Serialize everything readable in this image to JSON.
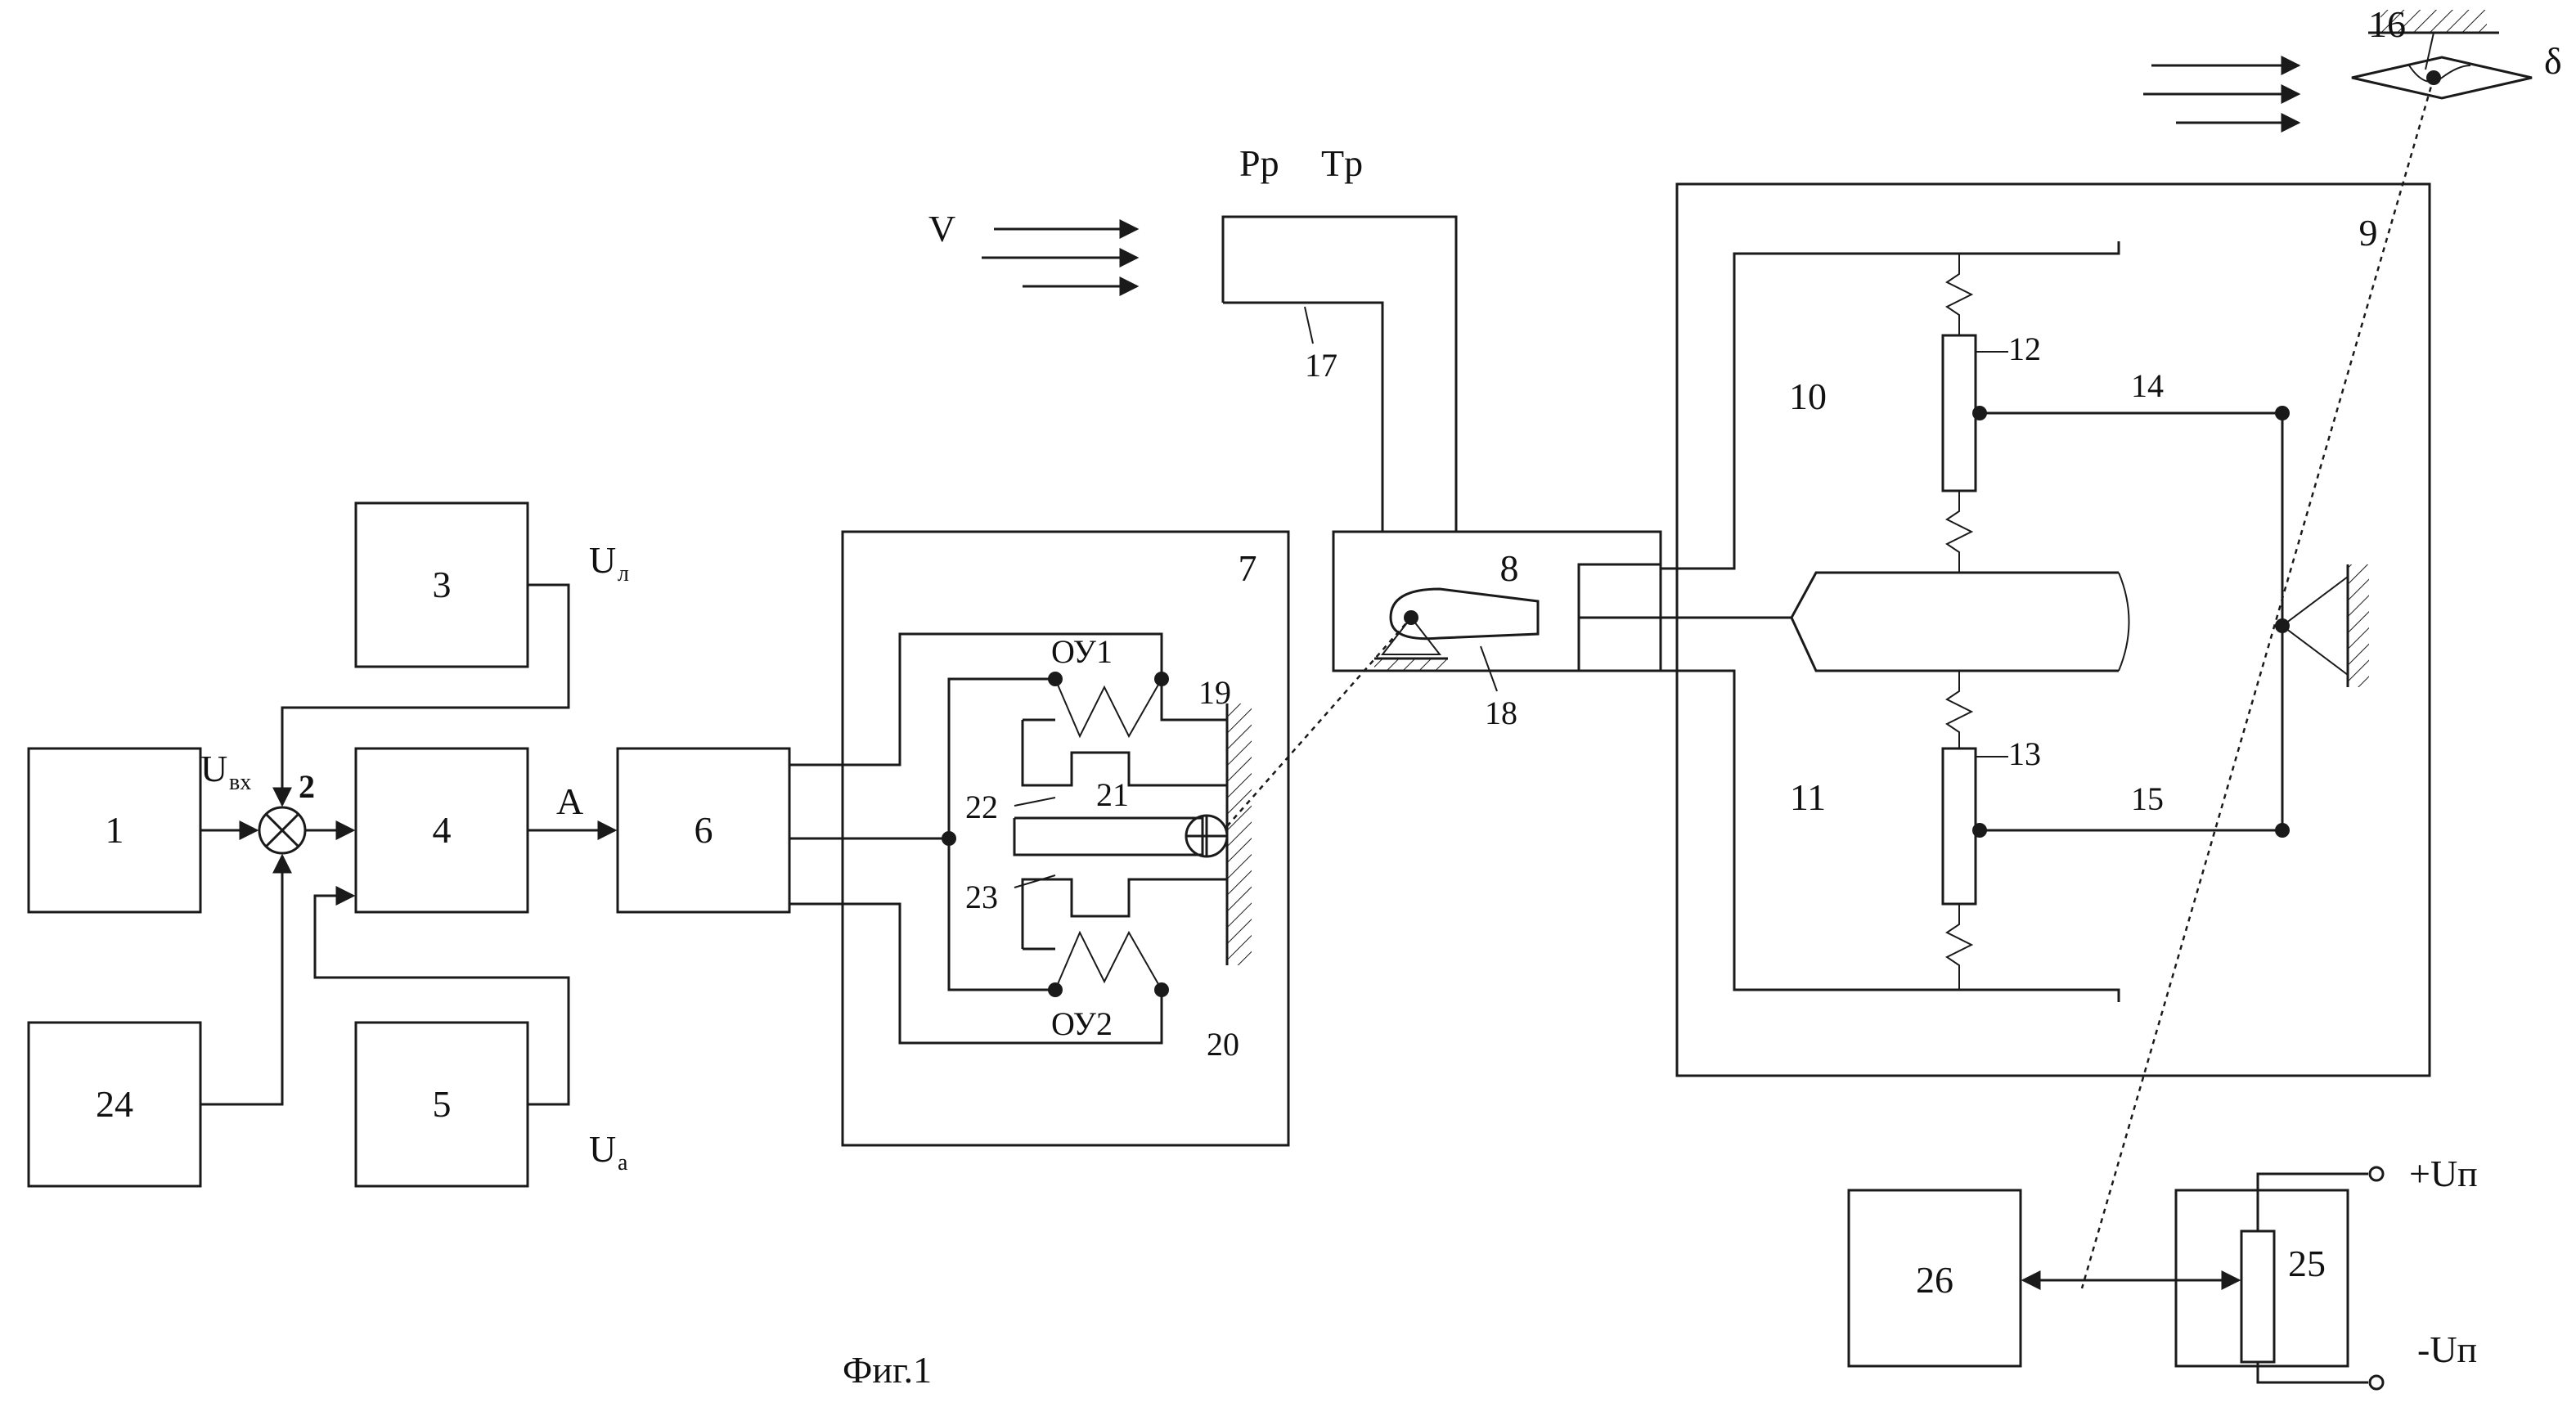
{
  "figure": {
    "caption": "Фиг.1",
    "block_labels": {
      "b1": "1",
      "b2": "2",
      "b3": "3",
      "b4": "4",
      "b5": "5",
      "b6": "6",
      "b7": "7",
      "b8": "8",
      "b9": "9",
      "b10": "10",
      "b11": "11",
      "b12": "12",
      "b13": "13",
      "b14": "14",
      "b15": "15",
      "b16": "16",
      "b17": "17",
      "b18": "18",
      "b19": "19",
      "b20": "20",
      "b21": "21",
      "b22": "22",
      "b23": "23",
      "b24": "24",
      "b25": "25",
      "b26": "26"
    },
    "signals": {
      "u_in_main": "U",
      "u_in_sub": "вх",
      "u_l_main": "U",
      "u_l_sub": "л",
      "u_a_main": "U",
      "u_a_sub": "а",
      "a": "A",
      "v": "V",
      "pp": "Pp",
      "tp": "Tp",
      "delta": "δ",
      "plus_up": "+Uп",
      "minus_up": "-Uп",
      "ou1": "ОУ1",
      "ou2": "ОУ2"
    }
  }
}
